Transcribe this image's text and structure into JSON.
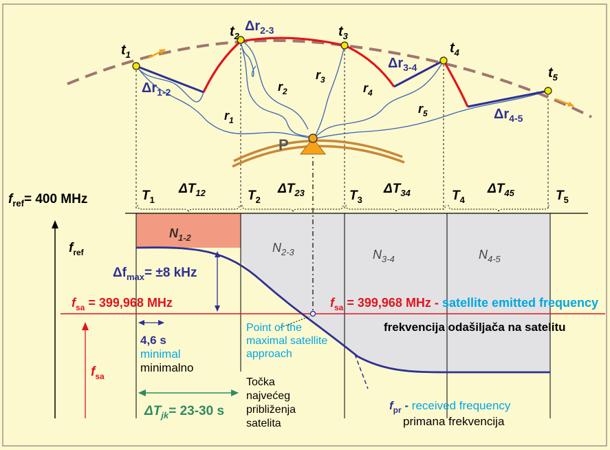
{
  "colors": {
    "background": "#fdf9cf",
    "frame": "#8a7d74",
    "orbit": "#a0766e",
    "arc": "#e2141c",
    "chord": "#2e3192",
    "signal": "#3a64b4",
    "satellite": "#f3e600",
    "arrow": "#f5a21b",
    "ground": "#c8883a",
    "band_n12": "#f29b82",
    "band_other": "#e2e2e4",
    "curve": "#2e3192",
    "fsa_line": "#e2141c",
    "cyan_text": "#00a6e2",
    "green": "#2f8a63"
  },
  "satellites": [
    {
      "label": "t",
      "sub": "1"
    },
    {
      "label": "t",
      "sub": "2"
    },
    {
      "label": "t",
      "sub": "3"
    },
    {
      "label": "t",
      "sub": "4"
    },
    {
      "label": "t",
      "sub": "5"
    }
  ],
  "chords": [
    {
      "label": "Δr",
      "sub": "1-2"
    },
    {
      "label": "Δr",
      "sub": "2-3"
    },
    {
      "label": "Δr",
      "sub": "3-4"
    },
    {
      "label": "Δr",
      "sub": "4-5"
    }
  ],
  "ranges": [
    {
      "label": "r",
      "sub": "1"
    },
    {
      "label": "r",
      "sub": "2"
    },
    {
      "label": "r",
      "sub": "3"
    },
    {
      "label": "r",
      "sub": "4"
    },
    {
      "label": "r",
      "sub": "5"
    }
  ],
  "station_label": "P",
  "timeline": [
    {
      "label": "T",
      "sub": "1"
    },
    {
      "label": "ΔT",
      "sub": "12"
    },
    {
      "label": "T",
      "sub": "2"
    },
    {
      "label": "ΔT",
      "sub": "23"
    },
    {
      "label": "T",
      "sub": "3"
    },
    {
      "label": "ΔT",
      "sub": "34"
    },
    {
      "label": "T",
      "sub": "4"
    },
    {
      "label": "ΔT",
      "sub": "45"
    },
    {
      "label": "T",
      "sub": "5"
    }
  ],
  "fref_top": {
    "main": "f",
    "sub": "ref",
    "value": "= 400 MHz"
  },
  "fref_axis": {
    "main": "f",
    "sub": "ref"
  },
  "bands": [
    {
      "label": "N",
      "sub": "1-2"
    },
    {
      "label": "N",
      "sub": "2-3"
    },
    {
      "label": "N",
      "sub": "3-4"
    },
    {
      "label": "N",
      "sub": "4-5"
    }
  ],
  "delta_fmax": {
    "main": "Δf",
    "sub": "max",
    "value": "= ±8 kHz"
  },
  "fsa_left": {
    "main": "f",
    "sub": "sa",
    "value": " = 399,968 MHz"
  },
  "fsa_right": {
    "main": "f",
    "sub": "sa",
    "value": " = 399,968 MHz - ",
    "desc": "satellite emitted frequency"
  },
  "fsa_right_hr": "frekvencija odašiljača na satelitu",
  "fsa_axis": {
    "main": "f",
    "sub": "sa"
  },
  "min_time": {
    "value": "4,6 s",
    "en": "minimal",
    "hr": "minimalno"
  },
  "delta_tjk": {
    "main": "ΔT",
    "sub": "jk",
    "value": "= 23-30 s"
  },
  "approach_en": [
    "Point of the",
    "maximal satellite",
    "approach"
  ],
  "approach_hr": [
    "Točka",
    "najvećeg",
    "približenja",
    "satelita"
  ],
  "fpr": {
    "main": "f",
    "sub": "pr",
    "sep": " - ",
    "en": "received frequency",
    "hr": "primana frekvencija"
  }
}
